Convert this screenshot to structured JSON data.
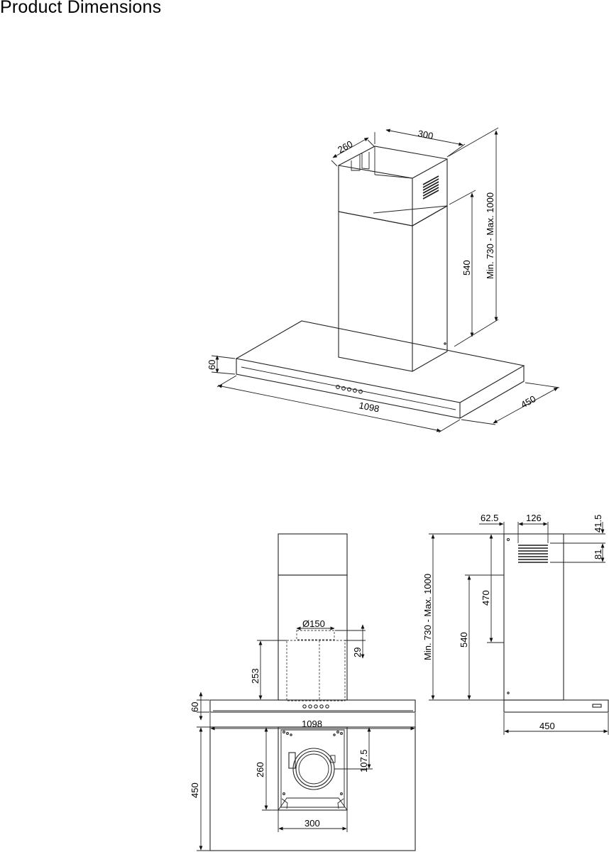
{
  "title": "Product Dimensions",
  "iso": {
    "chimney_depth": "260",
    "chimney_width": "300",
    "total_height": "Min. 730  -  Max. 1000",
    "lower_chimney_height": "540",
    "canopy_height": "60",
    "canopy_width": "1098",
    "canopy_depth": "450"
  },
  "front": {
    "outlet_diameter": "Ø150",
    "outlet_offset": "29",
    "outlet_height": "253",
    "canopy_height": "60",
    "canopy_width": "1098"
  },
  "side": {
    "offset_top": "62.5",
    "vent_width": "126",
    "top_margin": "41.5",
    "vent_height": "81",
    "total_height": "Min. 730  -  Max. 1000",
    "upper_height": "470",
    "lower_height": "540",
    "canopy_depth": "450"
  },
  "plan": {
    "chimney_depth": "260",
    "motor_offset": "107.5",
    "chimney_width": "300",
    "canopy_depth": "450"
  }
}
